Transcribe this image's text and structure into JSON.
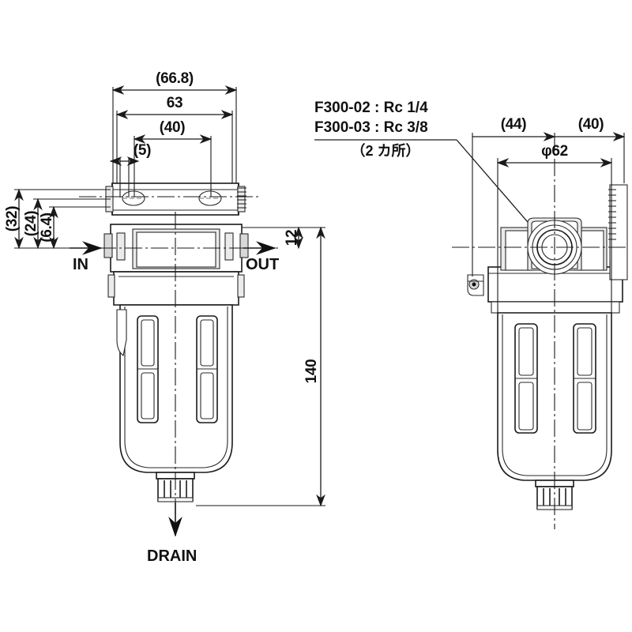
{
  "document": {
    "kind": "engineering-dimension-drawing",
    "subject": "F300 series air filter",
    "views": [
      "front-view",
      "side-view"
    ]
  },
  "front_view": {
    "dimensions": {
      "overall_width_ref": "(66.8)",
      "bracket_width": "63",
      "mount_hole_spacing": "(40)",
      "mount_hole_offset": "(5)",
      "port_height_top": "(32)",
      "port_height_mid": "(24)",
      "port_height_low": "(6.4)",
      "port_depth": "12",
      "overall_height": "140"
    },
    "labels": {
      "inlet": "IN",
      "outlet": "OUT",
      "drain": "DRAIN"
    }
  },
  "side_view": {
    "dimensions": {
      "left_offset": "(44)",
      "right_offset": "(40)",
      "bowl_diameter": "φ62"
    }
  },
  "spec_note": {
    "line1": "F300-02 : Rc 1/4",
    "line2": "F300-03 : Rc 3/8",
    "line3": "（2 カ所）"
  },
  "colors": {
    "line": "#1a1a1a",
    "hidden_line": "#777777",
    "shade": "#d8d8d8",
    "background": "#ffffff"
  }
}
